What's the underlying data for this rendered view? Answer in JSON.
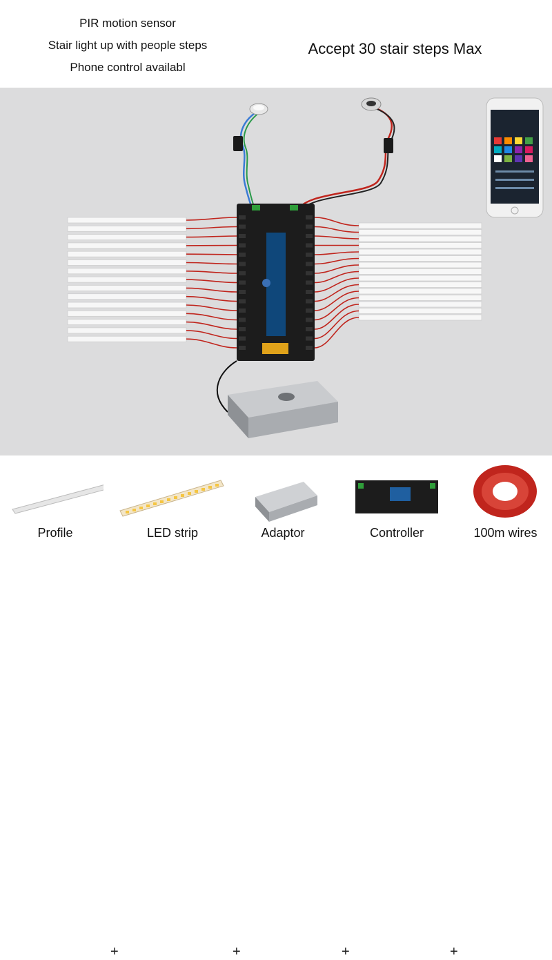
{
  "features": [
    "PIR motion sensor",
    "Stair light up with people steps",
    "Phone control availabl"
  ],
  "headline": "Accept 30 stair steps Max",
  "components": [
    {
      "icon": "aluminum-profile",
      "label": "Profile"
    },
    {
      "icon": "led-strip",
      "label": "LED strip"
    },
    {
      "icon": "power-adaptor",
      "label": "Adaptor"
    },
    {
      "icon": "controller-board",
      "label": "Controller"
    },
    {
      "icon": "wire-spool",
      "label": "100m wires"
    }
  ],
  "separator": "+",
  "colors": {
    "panel": "#dcdcdd",
    "controller": "#1c1c1c",
    "terminal": "#2f9e3a",
    "wire_red": "#c0251d",
    "bar": "#f7f7f7"
  }
}
